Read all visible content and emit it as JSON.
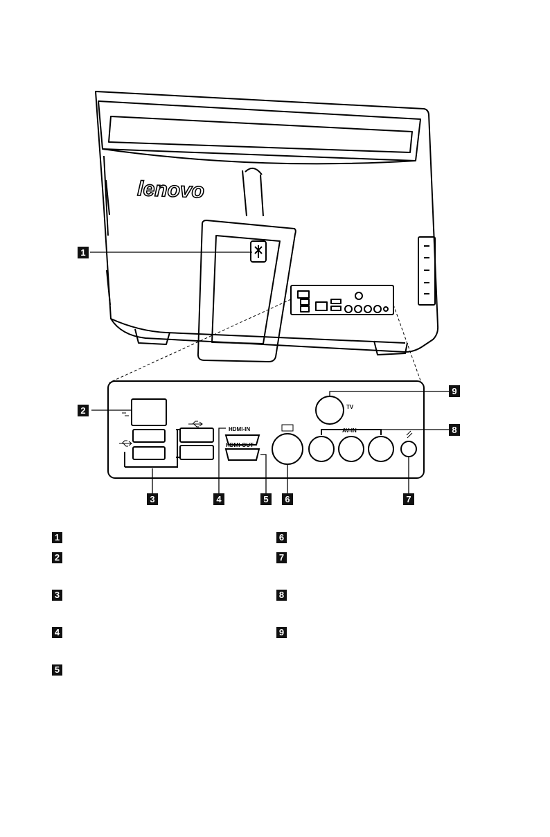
{
  "figure": {
    "brand": "lenovo",
    "port_labels": {
      "hdmi_in": "HDMI-IN",
      "hdmi_out": "HDMI-OUT",
      "av_in": "AV-IN",
      "tv": "TV"
    },
    "callouts": [
      "1",
      "2",
      "3",
      "4",
      "5",
      "6",
      "7",
      "8",
      "9"
    ]
  },
  "legend": {
    "items": [
      {
        "num": "1",
        "text": ""
      },
      {
        "num": "2",
        "text": ""
      },
      {
        "num": "3",
        "text": ""
      },
      {
        "num": "4",
        "text": ""
      },
      {
        "num": "5",
        "text": ""
      },
      {
        "num": "6",
        "text": ""
      },
      {
        "num": "7",
        "text": ""
      },
      {
        "num": "8",
        "text": ""
      },
      {
        "num": "9",
        "text": ""
      }
    ]
  }
}
